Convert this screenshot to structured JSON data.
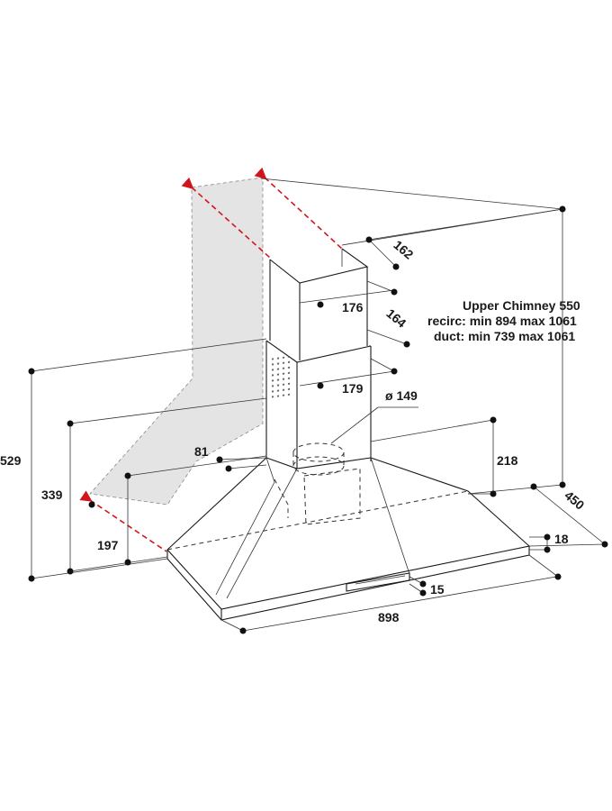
{
  "colors": {
    "line": "#1a1a1a",
    "shade": "#e4e4e4",
    "arrow": "#d0161c",
    "background": "#ffffff"
  },
  "dimensions": {
    "d162": "162",
    "d176": "176",
    "d164": "164",
    "d179": "179",
    "d149": "ø 149",
    "d81": "81",
    "d218": "218",
    "d529": "529",
    "d339": "339",
    "d197": "197",
    "d450": "450",
    "d18": "18",
    "d15": "15",
    "d898": "898"
  },
  "notes": {
    "line1": "Upper Chimney 550",
    "line2": "recirc: min 894 max 1061",
    "line3": "duct: min 739 max 1061"
  }
}
